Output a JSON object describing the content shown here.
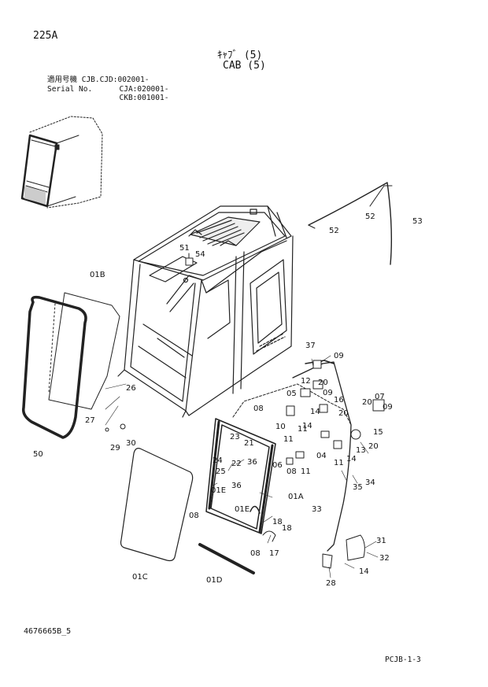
{
  "header": {
    "model": "225A",
    "title_jp": "ｷｬﾌﾞ (5)",
    "title_en": "CAB (5)",
    "serial_lines": [
      "適用号機 CJB.CJD:002001-",
      "Serial No.      CJA:020001-",
      "                CKB:001001-"
    ]
  },
  "footer": {
    "doc_number": "4676665B_5",
    "page_ref": "PCJB-1-3"
  },
  "callouts": [
    "01B",
    "50",
    "26",
    "27",
    "29",
    "30",
    "01C",
    "01D",
    "01E",
    "01E",
    "08",
    "08",
    "51",
    "54",
    "52",
    "52",
    "53",
    "37",
    "09",
    "12",
    "20",
    "05",
    "09",
    "16",
    "20",
    "07",
    "20",
    "09",
    "10",
    "14",
    "11",
    "11",
    "08",
    "14",
    "15",
    "13",
    "20",
    "06",
    "04",
    "14",
    "11",
    "08",
    "11",
    "23",
    "21",
    "22",
    "24",
    "25",
    "36",
    "36",
    "01A",
    "35",
    "34",
    "33",
    "18",
    "18",
    "17",
    "31",
    "32",
    "28",
    "14"
  ]
}
